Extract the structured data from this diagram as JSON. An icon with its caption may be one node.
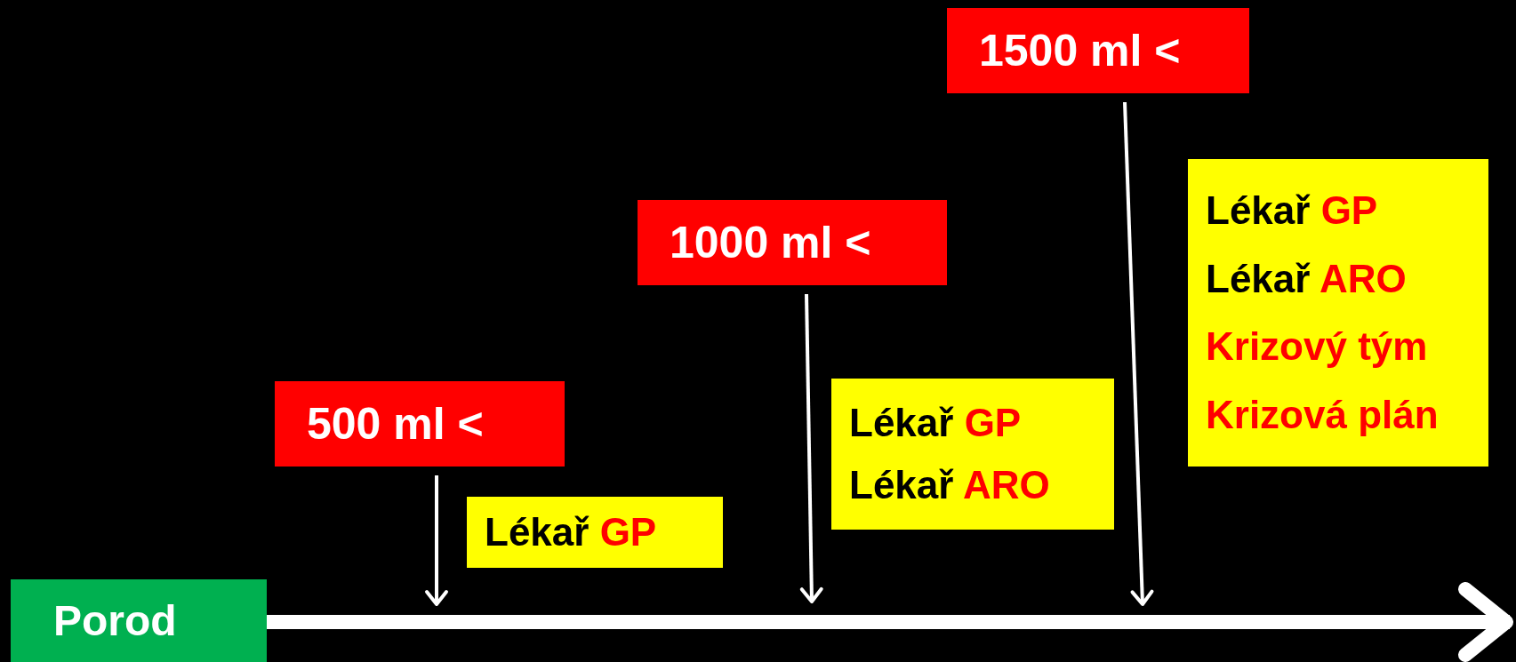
{
  "diagram": {
    "nodes": [
      {
        "text": [
          "Porod"
        ]
      },
      {
        "text": [
          "500 ml <"
        ]
      },
      {
        "text": [
          "Lékař GP"
        ]
      },
      {
        "text": [
          "1000 ml <"
        ]
      },
      {
        "text": [
          "Lékař GP",
          "Lékař ARO"
        ]
      },
      {
        "text": [
          "1500 ml <"
        ]
      },
      {
        "text": [
          "Lékař GP",
          "Lékař ARO",
          "Krizový tým",
          "Krizová plán"
        ]
      }
    ],
    "edges": [
      {
        "from": 0,
        "to": null,
        "arrow": "to",
        "style": "thick"
      },
      {
        "from": 1,
        "to": null,
        "arrow": "to"
      },
      {
        "from": 3,
        "to": null,
        "arrow": "to"
      },
      {
        "from": 5,
        "to": null,
        "arrow": "to"
      }
    ]
  }
}
